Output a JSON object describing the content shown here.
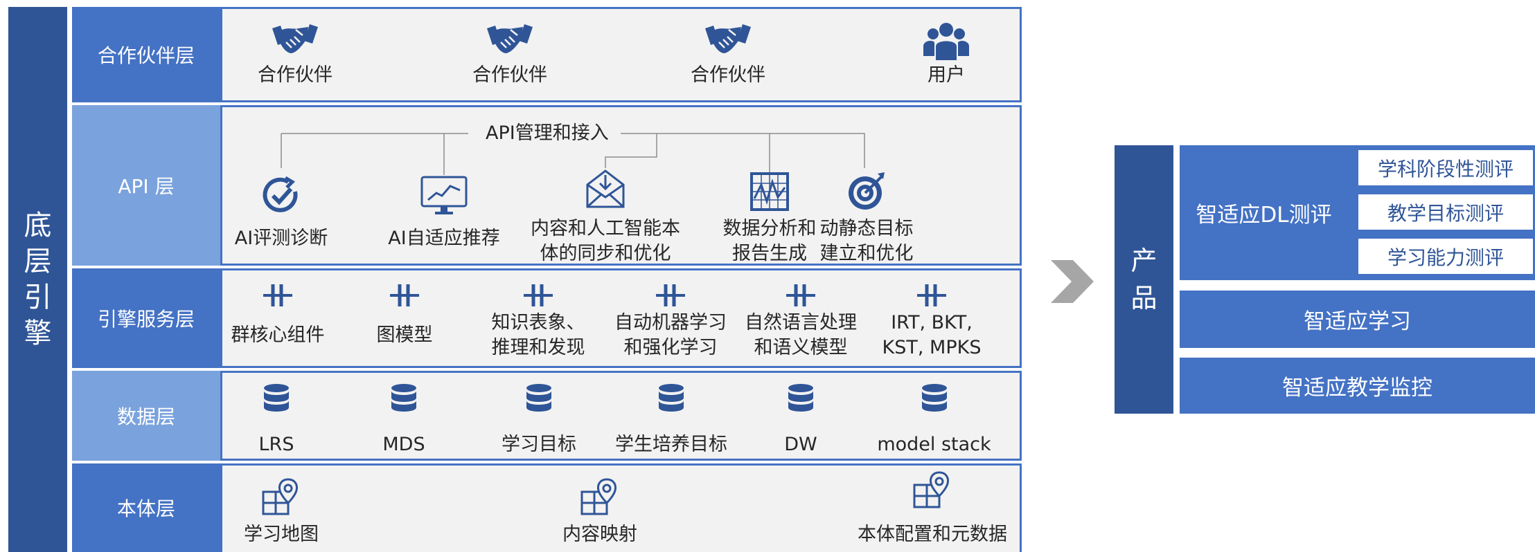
{
  "engine": {
    "title": "底层引擎"
  },
  "layers": {
    "partner": {
      "label": "合作伙伴层",
      "items": [
        {
          "label": "合作伙伴",
          "icon": "handshake-icon"
        },
        {
          "label": "合作伙伴",
          "icon": "handshake-icon"
        },
        {
          "label": "合作伙伴",
          "icon": "handshake-icon"
        },
        {
          "label": "用户",
          "icon": "users-icon"
        }
      ]
    },
    "api": {
      "label": "API 层",
      "title": "API管理和接入",
      "items": [
        {
          "line1": "AI评测诊断",
          "line2": "",
          "icon": "check-refresh-icon"
        },
        {
          "line1": "AI自适应推荐",
          "line2": "",
          "icon": "monitor-chart-icon"
        },
        {
          "line1": "内容和人工智能本",
          "line2": "体的同步和优化",
          "icon": "envelope-download-icon"
        },
        {
          "line1": "数据分析和",
          "line2": "报告生成",
          "icon": "report-chart-icon"
        },
        {
          "line1": "动静态目标",
          "line2": "建立和优化",
          "icon": "target-icon"
        }
      ]
    },
    "service": {
      "label": "引擎服务层",
      "items": [
        {
          "line1": "群核心组件",
          "line2": "",
          "icon": "module-icon"
        },
        {
          "line1": "图模型",
          "line2": "",
          "icon": "module-icon"
        },
        {
          "line1": "知识表象、",
          "line2": "推理和发现",
          "icon": "module-icon"
        },
        {
          "line1": "自动机器学习",
          "line2": "和强化学习",
          "icon": "module-icon"
        },
        {
          "line1": "自然语言处理",
          "line2": "和语义模型",
          "icon": "module-icon"
        },
        {
          "line1": "IRT, BKT,",
          "line2": "KST, MPKS",
          "icon": "module-icon"
        }
      ]
    },
    "data": {
      "label": "数据层",
      "items": [
        {
          "label": "LRS",
          "icon": "database-icon"
        },
        {
          "label": "MDS",
          "icon": "database-icon"
        },
        {
          "label": "学习目标",
          "icon": "database-icon"
        },
        {
          "label": "学生培养目标",
          "icon": "database-icon"
        },
        {
          "label": "DW",
          "icon": "database-icon"
        },
        {
          "label": "model stack",
          "icon": "database-icon"
        }
      ]
    },
    "ontology": {
      "label": "本体层",
      "items": [
        {
          "label": "学习地图",
          "icon": "map-pin-icon"
        },
        {
          "label": "内容映射",
          "icon": "map-pin-icon"
        },
        {
          "label": "本体配置和元数据",
          "icon": "map-pin-icon"
        }
      ]
    }
  },
  "products": {
    "title": "产品",
    "dl_eval": {
      "label": "智适应DL测评",
      "subs": [
        "学科阶段性测评",
        "教学目标测评",
        "学习能力测评"
      ]
    },
    "learning": "智适应学习",
    "monitoring": "智适应教学监控"
  },
  "colors": {
    "dark_blue": "#2f5597",
    "blue": "#4472c4",
    "light_blue": "#7aa2dd",
    "panel": "#f2f2f2",
    "arrow": "#a6a6a6"
  }
}
